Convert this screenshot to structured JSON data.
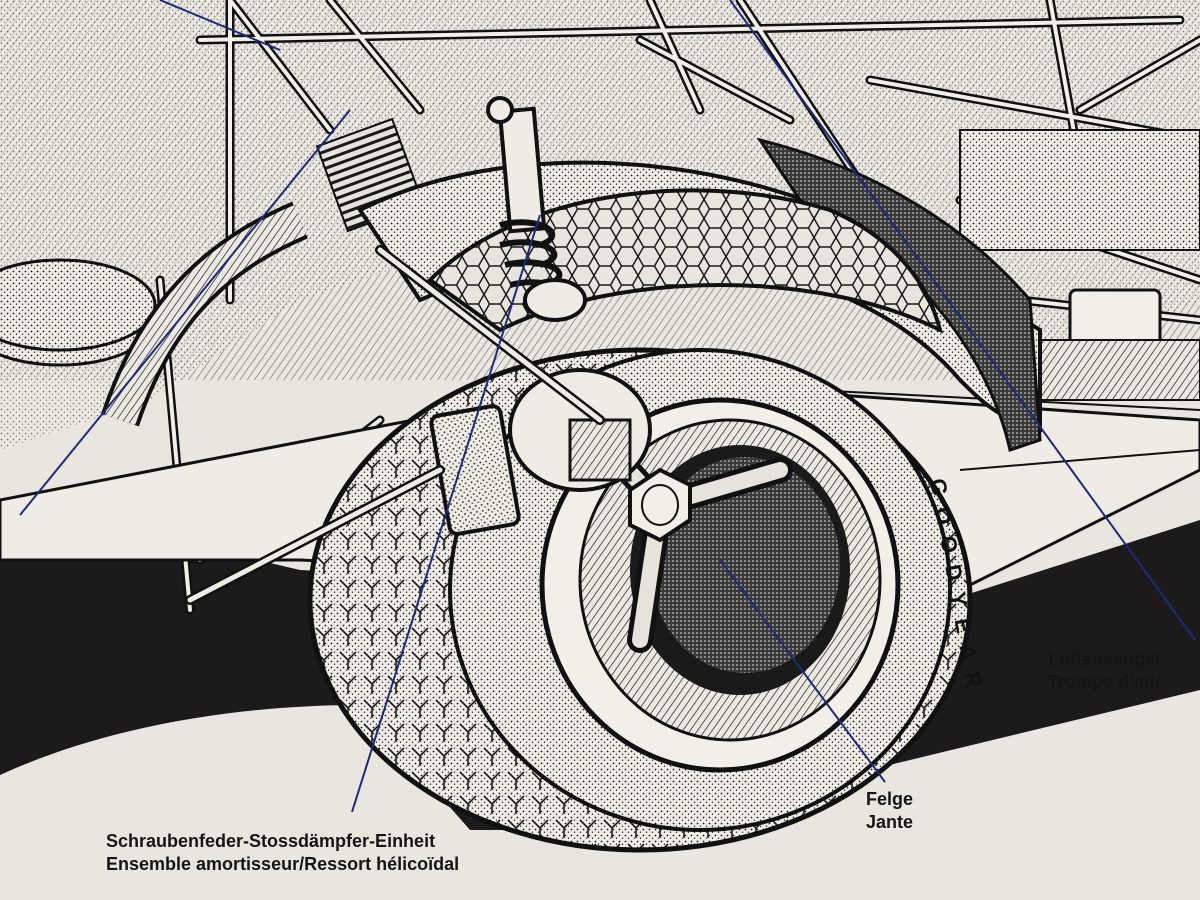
{
  "diagram": {
    "colors": {
      "paper": "#e9e6e0",
      "ink": "#151515",
      "leader": "#1f2a78"
    },
    "callouts": [
      {
        "id": "shock",
        "de": "Schraubenfeder-Stossdämpfer-Einheit",
        "fr": "Ensemble amortisseur/Ressort hélicoïdal"
      },
      {
        "id": "rim",
        "de": "Felge",
        "fr": "Jante"
      },
      {
        "id": "air",
        "de": "Luftansaugst",
        "fr": "Trompe d’adr"
      }
    ],
    "tire_lettering": "GOODYEAR"
  }
}
